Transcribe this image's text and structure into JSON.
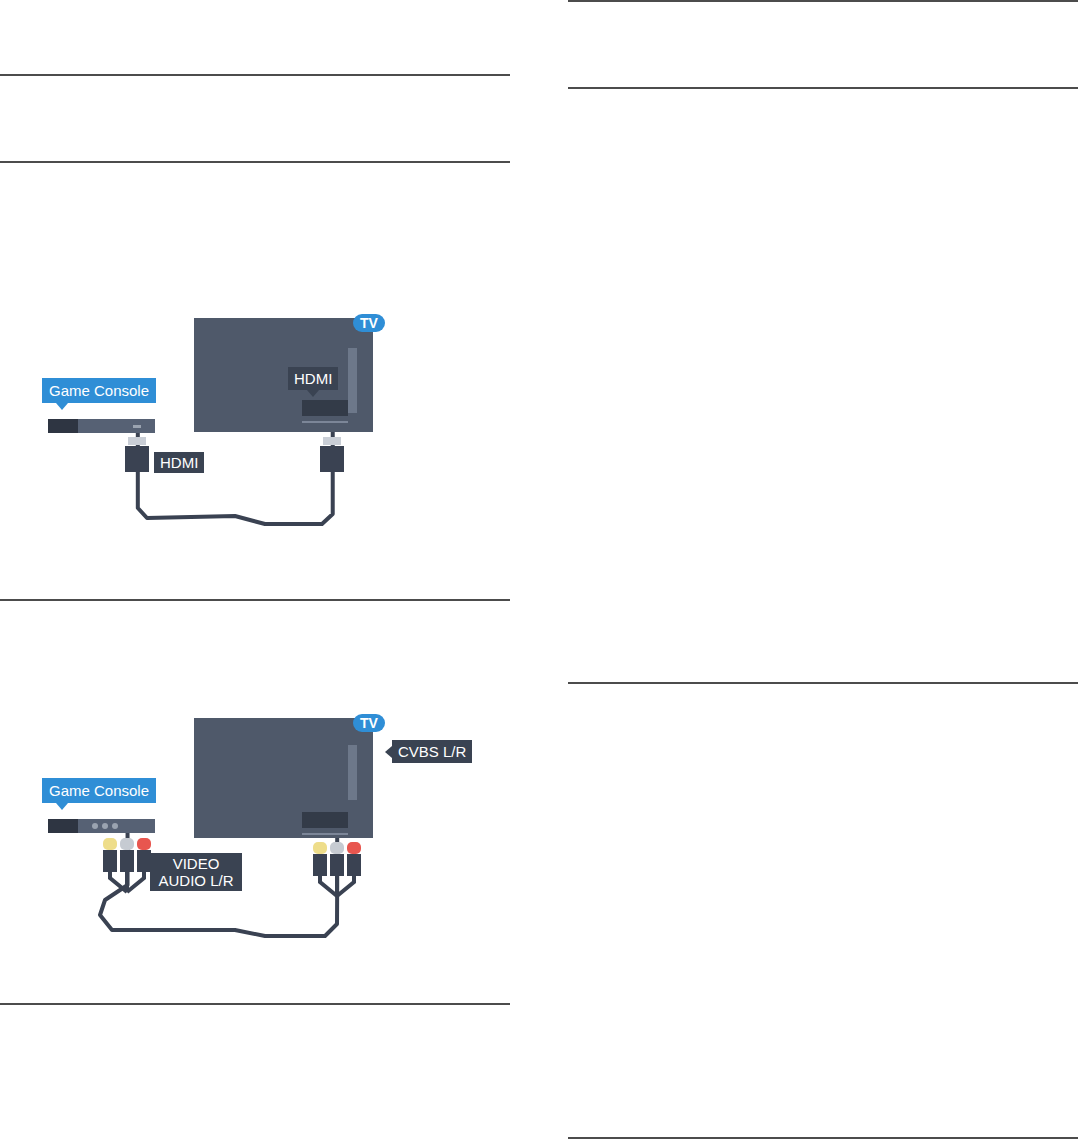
{
  "diagram": {
    "nodes": [
      {
        "text": [
          "Game Console"
        ]
      },
      {
        "text": [
          "TV",
          "HDMI"
        ]
      },
      {
        "text": [
          "Game Console"
        ]
      },
      {
        "text": [
          "TV",
          "CVBS L/R"
        ]
      }
    ],
    "edges": [
      {
        "from": 0,
        "to": 1,
        "arrow": "none",
        "label": "HDMI"
      },
      {
        "from": 2,
        "to": 3,
        "arrow": "none",
        "label": "VIDEO AUDIO L/R"
      }
    ]
  }
}
